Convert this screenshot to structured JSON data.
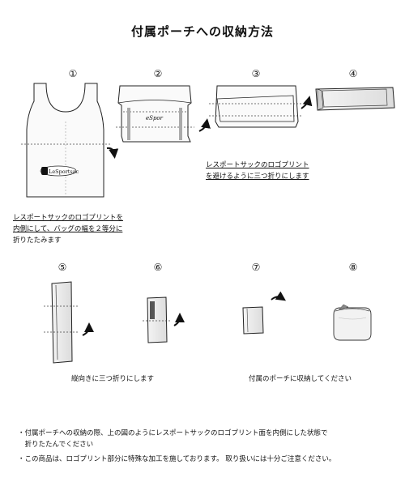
{
  "title": "付属ポーチへの収納方法",
  "steps": [
    "①",
    "②",
    "③",
    "④",
    "⑤",
    "⑥",
    "⑦",
    "⑧"
  ],
  "logo_text": "LeSportsac",
  "logo_small": "eSpor",
  "captions": {
    "step1": [
      "レスポートサックのロゴプリントを",
      "内側にして、バッグの幅を２等分に",
      "折りたたみます"
    ],
    "step3": [
      "レスポートサックのロゴプリント",
      "を避けるように三つ折りにします"
    ],
    "step5": "縦向きに三つ折りにします",
    "step7": "付属のポーチに収納してください"
  },
  "notes": [
    "・付属ポーチへの収納の際、上の図のようにレスポートサックのロゴプリント面を内側にした状態で",
    "　折りたたんでください",
    "・この商品は、ロゴプリント部分に特殊な加工を施しております。 取り扱いには十分ご注意ください。"
  ]
}
